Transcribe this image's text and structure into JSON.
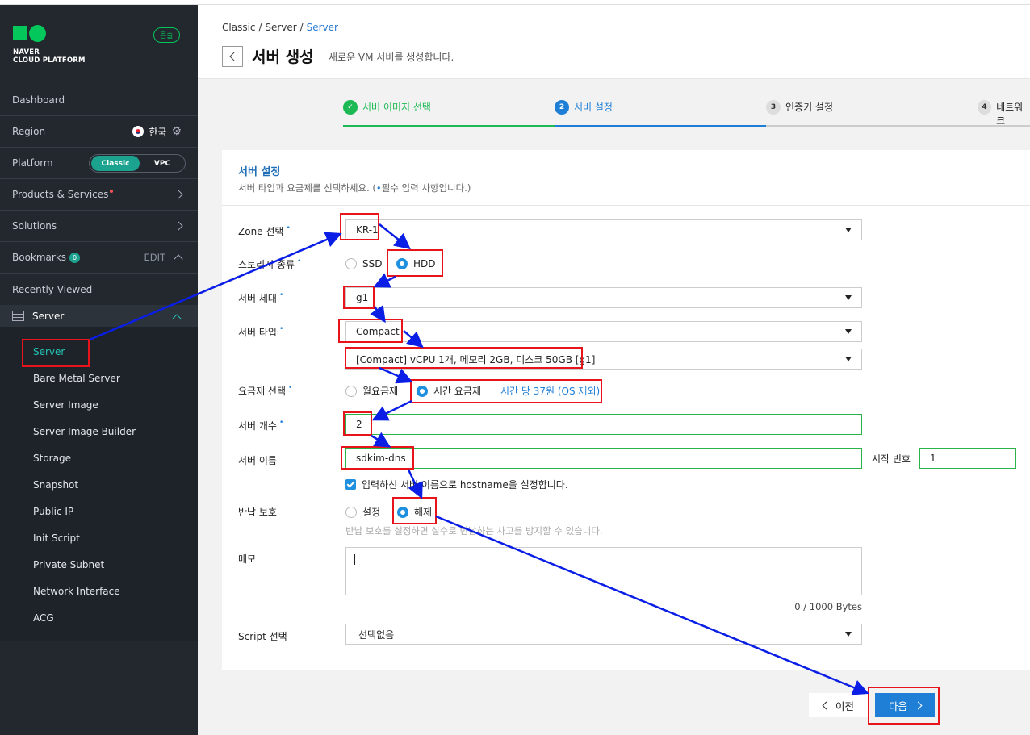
{
  "sidebar": {
    "logo_line1": "NAVER",
    "logo_line2": "CLOUD PLATFORM",
    "console_badge": "콘솔",
    "dashboard": "Dashboard",
    "region_label": "Region",
    "region_value": "한국",
    "platform_label": "Platform",
    "platform_classic": "Classic",
    "platform_vpc": "VPC",
    "products": "Products & Services",
    "solutions": "Solutions",
    "bookmarks": "Bookmarks",
    "bookmarks_count": "0",
    "bookmarks_edit": "EDIT",
    "recently_viewed": "Recently Viewed",
    "server_section": "Server",
    "sub_items": [
      "Server",
      "Bare Metal Server",
      "Server Image",
      "Server Image Builder",
      "Storage",
      "Snapshot",
      "Public IP",
      "Init Script",
      "Private Subnet",
      "Network Interface",
      "ACG"
    ]
  },
  "header": {
    "breadcrumb": [
      "Classic /",
      "Server /",
      "Server"
    ],
    "title": "서버 생성",
    "subtitle": "새로운 VM 서버를 생성합니다."
  },
  "steps": [
    {
      "num": "✓",
      "label": "서버 이미지 선택"
    },
    {
      "num": "2",
      "label": "서버 설정"
    },
    {
      "num": "3",
      "label": "인증키 설정"
    },
    {
      "num": "4",
      "label": "네트워크"
    }
  ],
  "form": {
    "title": "서버 설정",
    "desc_pre": "서버 타입과 요금제를 선택하세요. (",
    "desc_dot": "•",
    "desc_post": "필수 입력 사항입니다.)",
    "zone_label": "Zone 선택",
    "zone_value": "KR-1",
    "storage_label": "스토리지 종류",
    "storage_opt1": "SSD",
    "storage_opt2": "HDD",
    "gen_label": "서버 세대",
    "gen_value": "g1",
    "type_label": "서버 타입",
    "type_value": "Compact",
    "spec_value": "[Compact] vCPU 1개, 메모리 2GB, 디스크 50GB [g1]",
    "billing_label": "요금제 선택",
    "billing_opt1": "월요금제",
    "billing_opt2": "시간 요금제",
    "billing_note": "시간 당 37원 (OS 제외)",
    "count_label": "서버 개수",
    "count_value": "2",
    "name_label": "서버 이름",
    "name_value": "sdkim-dns",
    "start_label": "시작 번호",
    "start_value": "1",
    "hostname_check": "입력하신 서버 이름으로 hostname을 설정합니다.",
    "protect_label": "반납 보호",
    "protect_opt1": "설정",
    "protect_opt2": "해제",
    "protect_hint": "반납 보호를 설정하면 실수로 반납하는 사고를 방지할 수 있습니다.",
    "memo_label": "메모",
    "memo_bytes": "0 / 1000 Bytes",
    "script_label": "Script 선택",
    "script_value": "선택없음",
    "required_mark": "•"
  },
  "buttons": {
    "prev": "이전",
    "next": "다음"
  },
  "colors": {
    "accent_blue": "#1f7fd6",
    "success_green": "#1db954",
    "teal": "#22c4b4",
    "annotation_red": "#e8141b",
    "annotation_arrow": "#0a1ee6"
  }
}
